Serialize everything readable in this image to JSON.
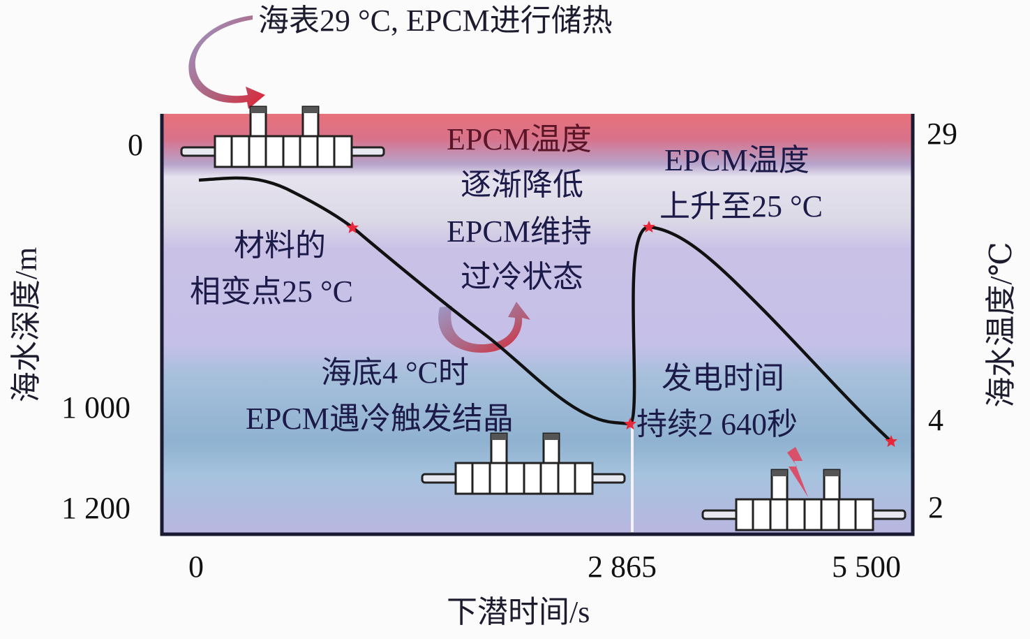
{
  "top_note": "海表29 °C, EPCM进行储热",
  "annotations": {
    "cooling_line1": "EPCM温度",
    "cooling_line2": "逐渐降低",
    "supercool_line1": "EPCM维持",
    "supercool_line2": "过冷状态",
    "phase_line1": "材料的",
    "phase_line2": "相变点25 °C",
    "seabed_line1": "海底4 °C时",
    "seabed_line2": "EPCM遇冷触发结晶",
    "rise_line1": "EPCM温度",
    "rise_line2": "上升至25 °C",
    "power_line1": "发电时间",
    "power_line2": "持续2 640秒"
  },
  "axes": {
    "x_label": "下潜时间/s",
    "x_ticks": [
      "0",
      "2 865",
      "5 500"
    ],
    "left_label": "海水深度/m",
    "left_ticks": [
      "0",
      "1 000",
      "1 200"
    ],
    "right_label": "海水温度/℃",
    "right_ticks": [
      "29",
      "4",
      "2"
    ]
  },
  "colors": {
    "curve": "#111111",
    "marker": "#e8283a",
    "surface": "#e56a78",
    "deep": "#9cbcd8"
  }
}
